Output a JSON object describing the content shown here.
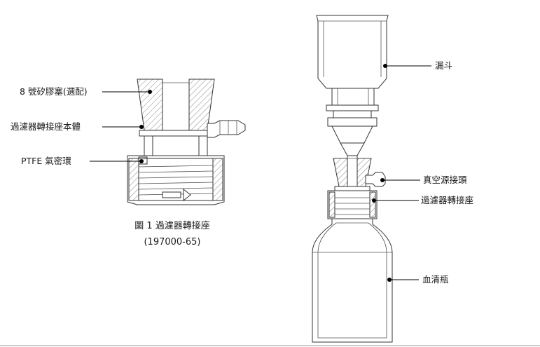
{
  "figure1": {
    "labels": {
      "stopper": "8 號矽膠塞(選配)",
      "adapter_body": "過濾器轉接座本體",
      "ptfe_ring": "PTFE 氣密環"
    },
    "caption_line1": "圖 1  過濾器轉接座",
    "caption_line2": "(197000-65)"
  },
  "assembly": {
    "labels": {
      "funnel": "漏斗",
      "vacuum_connector": "真空源接頭",
      "filter_adapter": "過濾器轉接座",
      "serum_bottle": "血清瓶"
    }
  },
  "colors": {
    "line": "#333333",
    "text": "#1a1a1a",
    "leader": "#000000"
  }
}
